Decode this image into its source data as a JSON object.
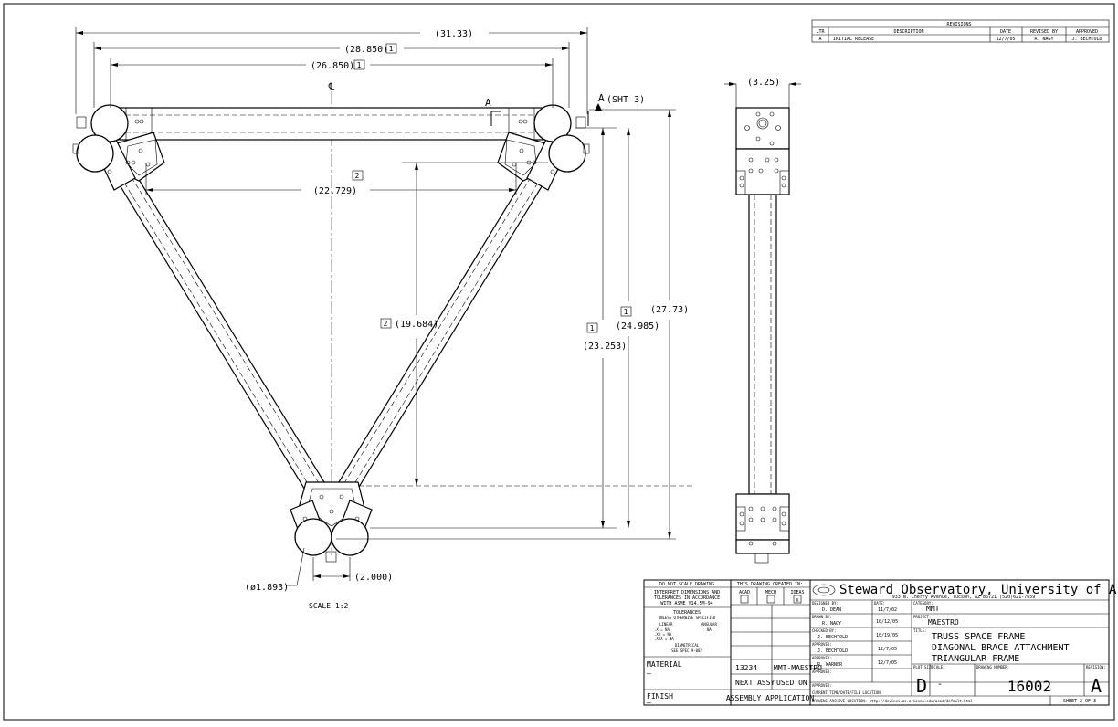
{
  "revisions": {
    "title": "REVISIONS",
    "headers": [
      "LTR",
      "DESCRIPTION",
      "DATE",
      "REVISED BY",
      "APPROVED"
    ],
    "rows": [
      [
        "A",
        "INITIAL RELEASE",
        "12/7/05",
        "R. NAGY",
        "J. BECHTOLD"
      ]
    ]
  },
  "dims": {
    "overall_width": "(31.33)",
    "width_1": "(28.850)",
    "width_2": "(26.850)",
    "inner_width": "(22.729)",
    "height_2": "(19.684)",
    "height_1a": "(23.253)",
    "height_1b": "(24.985)",
    "overall_height": "(27.73)",
    "side_width": "(3.25)",
    "diameter": "(ø1.893)",
    "hub": "(2.000)",
    "balloon_1": "1",
    "balloon_2": "2",
    "centerline": "℄"
  },
  "section": {
    "a": "A",
    "ref": "A",
    "ref_note": "(SHT 3)"
  },
  "scale_note": "SCALE 1:2",
  "title_block": {
    "left": {
      "l1": "DO NOT SCALE DRAWING",
      "l2": "INTERPRET DIMENSIONS AND",
      "l3": "TOLERANCES IN ACCORDANCE",
      "l4": "WITH ASME Y14.5M-94",
      "tol": "TOLERANCES",
      "tol2": "UNLESS OTHERWISE SPECIFIED",
      "linear": "LINEAR",
      "angular": "ANGULAR",
      "x": ".X   = NA",
      "xx": ".XX  = NA",
      "xxx": ".XXX = NA",
      "ang": "NA",
      "diam": "DIAMETRICAL",
      "spec": "SEE SPEC 9-002",
      "material_label": "MATERIAL",
      "material_value": "–",
      "finish_label": "FINISH",
      "finish_value": "–"
    },
    "created": {
      "title": "THIS DRAWING CREATED IN:",
      "acad": "ACAD",
      "mech": "MECH",
      "ideas": "IDEAS",
      "ideas_mark": "X",
      "num": "13234",
      "assy": "MMT-MAESTRO",
      "next": "NEXT ASSY",
      "used": "USED ON",
      "appl": "ASSEMBLY APPLICATION"
    },
    "org": {
      "name": "Steward Observatory, University of Arizona",
      "address": "933 N. Cherry Avenue, Tucson, AZ  85721   (520)621-7659"
    },
    "designed_label": "DESIGNED BY:",
    "designed": "D. DEAN",
    "date_label": "DATE:",
    "designed_date": "11/7/02",
    "drawn_label": "DRAWN BY:",
    "drawn": "R. NAGY",
    "drawn_date": "10/12/05",
    "checked_label": "CHECKED BY:",
    "checked": "J. BECHTOLD",
    "checked_date": "10/19/05",
    "approved_label": "APPROVED:",
    "approved1": "J. BECHTOLD",
    "approved1_date": "12/7/05",
    "approved2": "R. WARNER",
    "approved2_date": "12/7/05",
    "category_label": "CATEGORY:",
    "category": "MMT",
    "project_label": "PROJECT:",
    "project": "MAESTRO",
    "title_label": "TITLE:",
    "title1": "TRUSS SPACE FRAME",
    "title2": "DIAGONAL BRACE ATTACHMENT",
    "title3": "TRIANGULAR FRAME",
    "plot_label": "PLOT SIZE",
    "plot": "D",
    "scale_label": "SCALE:",
    "scale": "-",
    "dwg_label": "DRAWING NUMBER:",
    "dwg": "16002",
    "rev_label": "REVISION:",
    "rev": "A",
    "cur_time": "CURRENT TIME/DATE/FILE LOCATION:",
    "archive": "DRAWING ARCHIVE LOCATION: http://devinci.as.arizona.edu/acad/default.html",
    "sheet": "SHEET 2 OF 3"
  }
}
